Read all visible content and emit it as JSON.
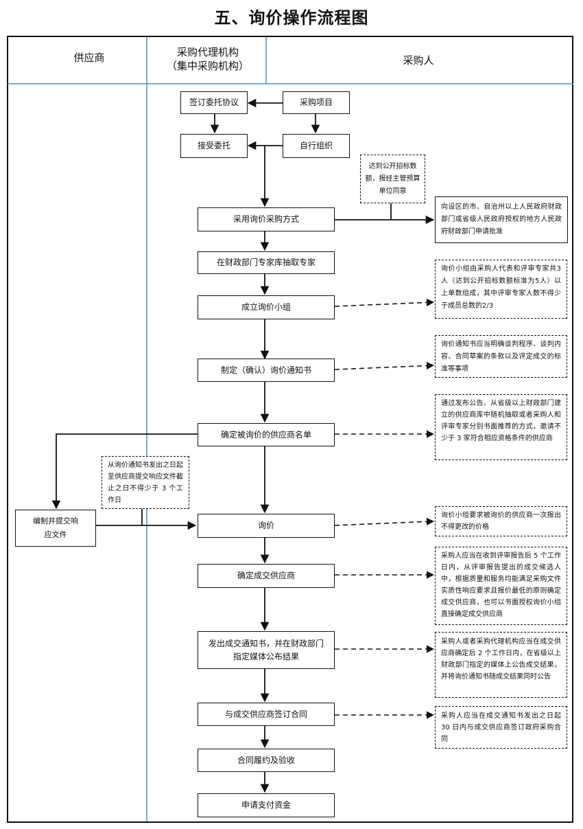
{
  "title": "五、询价操作流程图",
  "lanes": {
    "supplier": "供应商",
    "agency_line1": "采购代理机构",
    "agency_line2": "（集中采购机构）",
    "purchaser": "采购人"
  },
  "steps": {
    "sign_agreement": "签订委托协议",
    "project": "采购项目",
    "accept_entrust": "接受委托",
    "self_organize": "自行组织",
    "adopt_method": "采用询价采购方式",
    "draw_experts": "在财政部门专家库抽取专家",
    "form_group": "成立询价小组",
    "make_notice": "制定（确认）询价通知书",
    "determine_list": "确定被询价的供应商名单",
    "inquiry": "询价",
    "determine_supplier": "确定成交供应商",
    "issue_notice": "发出成交通知书，并在财政部门指定媒体公布结果",
    "sign_contract": "与成交供应商签订合同",
    "perform": "合同履约及验收",
    "apply_funds": "申请支付资金",
    "compile_response": "编制并提交响应文件"
  },
  "notes": {
    "threshold": "达到公开招标数额，报经主管预算单位同意",
    "approval": "向设区的市、自治州以上人民政府财政部门或省级人民政府授权的地方人民政府财政部门申请批准",
    "group_composition": "询价小组由采购人代表和评审专家共3人（达到公开招标数额标准为5人）以上单数组成，其中评审专家人数不得少于成员总数的2/3",
    "notice_content": "询价通知书应当明确谈判程序、谈判内容、合同草案的条款以及评定成交的标准等事项",
    "supplier_selection": "通过发布公告、从省级以上财政部门建立的供应商库中随机抽取或者采购人和评审专家分别书面推荐的方式，邀请不少于 3 家符合相应资格条件的供应商",
    "response_period": "从询价通知书发出之日起至供应商提交响应文件截止之日不得少于 3 个工作日",
    "one_time_quote": "询价小组要求被询价的供应商一次报出不得更改的价格",
    "confirm_supplier": "采购人应当在收到评审报告后 5 个工作日内，从评审报告提出的成交候选人中，根据质量和服务均能满足采购文件实质性响应要求且报价最低的原则确定成交供应商，也可以书面授权询价小组直接确定成交供应商",
    "announce": "采购人或者采购代理机构应当在成交供应商确定后 2 个工作日内，在省级以上财政部门指定的媒体上公告成交结果，并将询价通知书随成交结果同时公告",
    "contract_deadline": "采购人应当在成交通知书发出之日起 30 日内与成交供应商签订政府采购合同"
  },
  "colors": {
    "lane_divider": "#4a90c8",
    "line": "#111111"
  }
}
